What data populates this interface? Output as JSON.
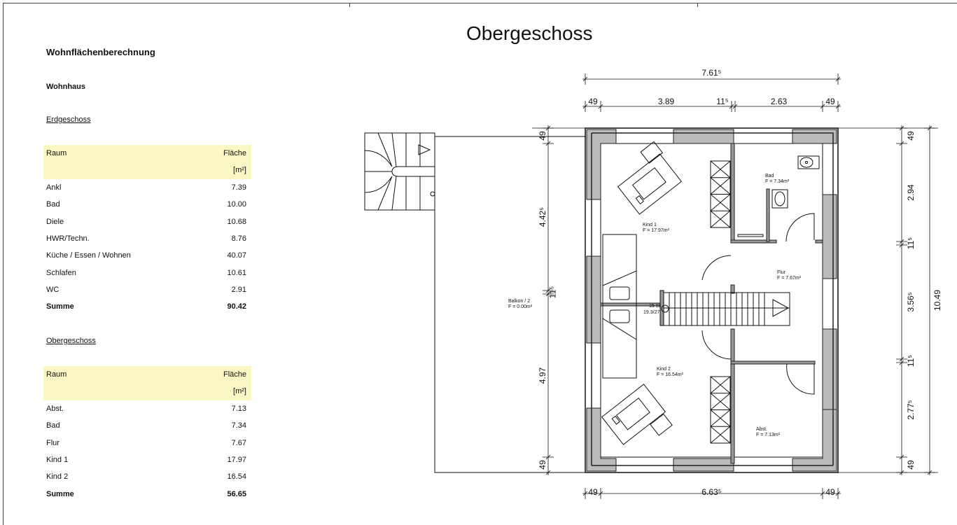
{
  "title": "Wohnflächenberechnung",
  "building": "Wohnhaus",
  "plan_title": "Obergeschoss",
  "tables": [
    {
      "section": "Erdgeschoss",
      "col_room": "Raum",
      "col_area": "Fläche",
      "unit": "[m²]",
      "rows": [
        [
          "Ankl",
          "7.39"
        ],
        [
          "Bad",
          "10.00"
        ],
        [
          "Diele",
          "10.68"
        ],
        [
          "HWR/Techn.",
          "8.76"
        ],
        [
          "Küche / Essen / Wohnen",
          "40.07"
        ],
        [
          "Schlafen",
          "10.61"
        ],
        [
          "WC",
          "2.91"
        ]
      ],
      "sum_label": "Summe",
      "sum": "90.42"
    },
    {
      "section": "Obergeschoss",
      "col_room": "Raum",
      "col_area": "Fläche",
      "unit": "[m²]",
      "rows": [
        [
          "Abst.",
          "7.13"
        ],
        [
          "Bad",
          "7.34"
        ],
        [
          "Flur",
          "7.67"
        ],
        [
          "Kind 1",
          "17.97"
        ],
        [
          "Kind 2",
          "16.54"
        ]
      ],
      "sum_label": "Summe",
      "sum": "56.65"
    }
  ],
  "plan": {
    "rooms": [
      {
        "name": "Kind 1",
        "area": "F = 17.97m²"
      },
      {
        "name": "Bad",
        "area": "F = 7.34m²"
      },
      {
        "name": "Flur",
        "area": "F = 7.67m²"
      },
      {
        "name": "Kind 2",
        "area": "F = 16.54m²"
      },
      {
        "name": "Abst.",
        "area": "F = 7.13m²"
      },
      {
        "name": "Balkon / 2",
        "area": "F = 0.00m²"
      }
    ],
    "stair": {
      "steps": "15 St",
      "ratio": "19.3/27"
    },
    "dims": {
      "total_width": "7.61⁵",
      "top_segments": [
        "49",
        "3.89",
        "11⁵",
        "2.63",
        "49"
      ],
      "bottom_segments": [
        "49",
        "6.63⁵",
        "49"
      ],
      "left_segments": [
        "49",
        "4.42⁵",
        "11⁵",
        "4.97",
        "49"
      ],
      "right_segments": [
        "49",
        "2.94",
        "11⁵",
        "3.56⁵",
        "11⁵",
        "2.77⁵",
        "49"
      ],
      "total_height": "10.49"
    }
  }
}
